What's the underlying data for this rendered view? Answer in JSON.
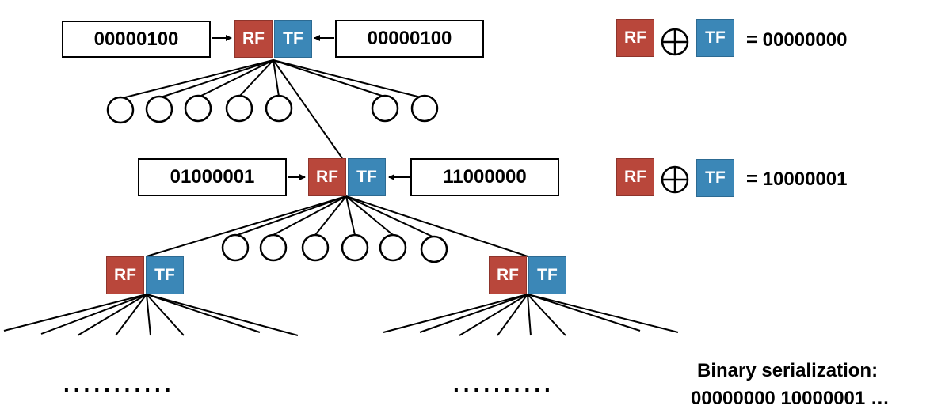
{
  "root": {
    "left_value": "00000100",
    "right_value": "00000100",
    "rf_label": "RF",
    "tf_label": "TF"
  },
  "level2": {
    "left_value": "01000001",
    "right_value": "11000000",
    "rf_label": "RF",
    "tf_label": "TF"
  },
  "level3_left": {
    "rf_label": "RF",
    "tf_label": "TF"
  },
  "level3_right": {
    "rf_label": "RF",
    "tf_label": "TF"
  },
  "equations": [
    {
      "rf_label": "RF",
      "tf_label": "TF",
      "result": "= 00000000"
    },
    {
      "rf_label": "RF",
      "tf_label": "TF",
      "result": "= 10000001"
    }
  ],
  "continuation_left": "...........",
  "continuation_right": "..........",
  "serialization": {
    "title": "Binary serialization:",
    "value": "00000000 10000001 …"
  }
}
